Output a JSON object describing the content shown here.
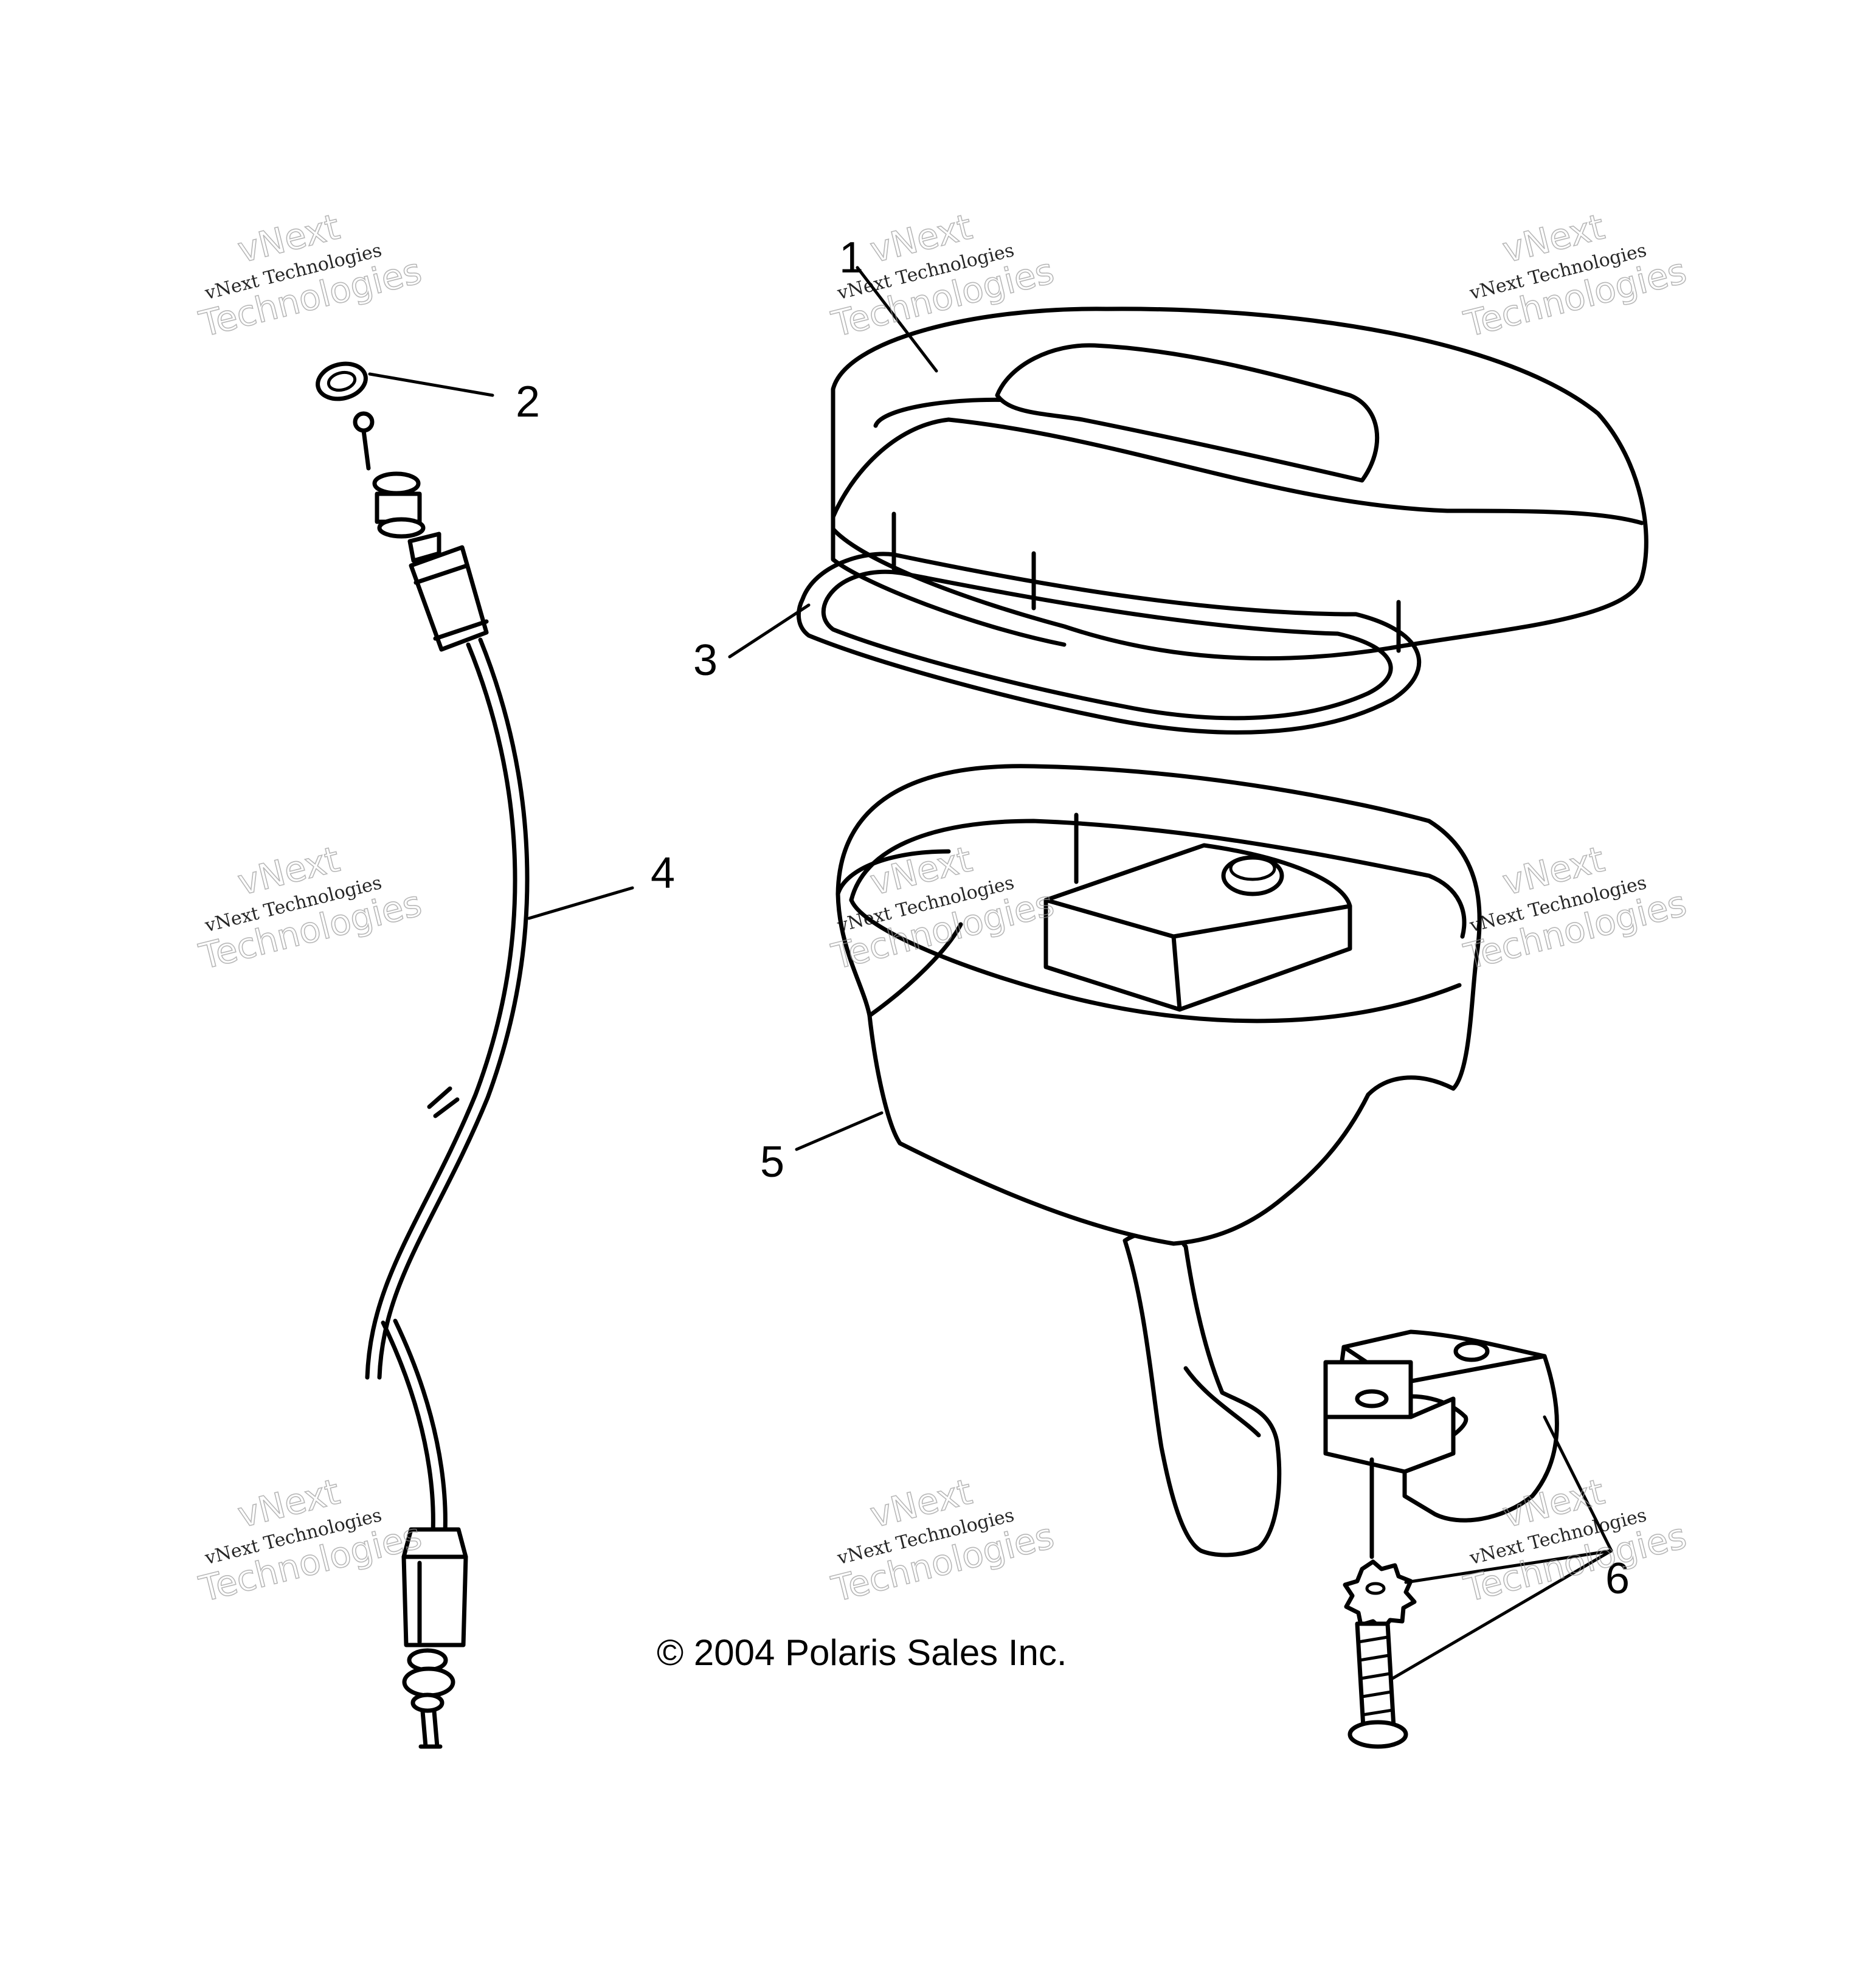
{
  "callouts": [
    "1",
    "2",
    "3",
    "4",
    "5",
    "6"
  ],
  "copyright": "© 2004 Polaris Sales Inc.",
  "watermark": {
    "line_brand": "vNext",
    "line_full": "vNext Technologies",
    "line_word": "Technologies"
  }
}
